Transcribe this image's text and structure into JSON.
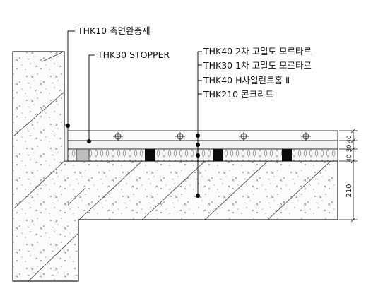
{
  "labels": {
    "side_buffer": "THK10 측면완충재",
    "stopper": "THK30 STOPPER",
    "layers": [
      "THK40 2차 고밀도 모르타르",
      "THK30 1차 고밀도 모르타르",
      "THK40 H사일런트홈 Ⅱ",
      "THK210 콘크리트"
    ]
  },
  "dimensions": {
    "top": [
      "40",
      "30",
      "40"
    ],
    "slab": "210"
  }
}
